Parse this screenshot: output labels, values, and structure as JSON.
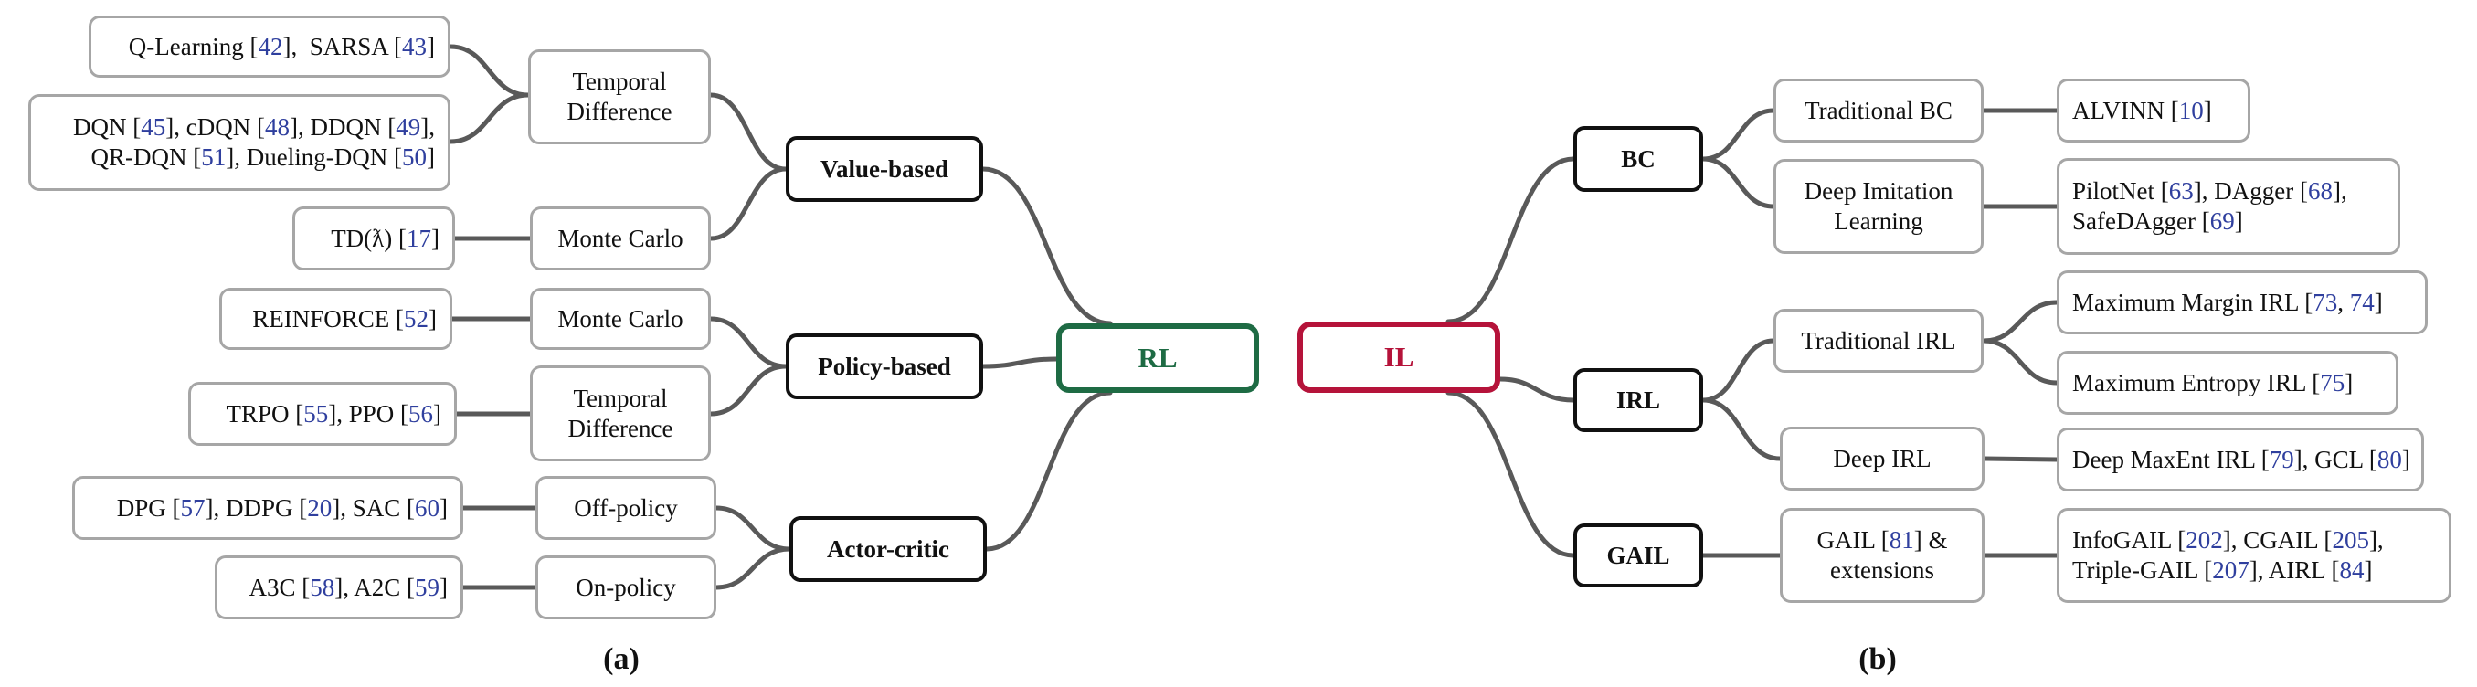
{
  "panel_a": {
    "caption": "(a)",
    "root": {
      "label": "RL",
      "color": "#1e6b44"
    },
    "categories": {
      "value_based": "Value-based",
      "policy_based": "Policy-based",
      "actor_critic": "Actor-critic"
    },
    "methods": {
      "vb_td": [
        "Temporal",
        "Difference"
      ],
      "vb_mc": "Monte Carlo",
      "pb_mc": "Monte Carlo",
      "pb_td": [
        "Temporal",
        "Difference"
      ],
      "ac_off": "Off-policy",
      "ac_on": "On-policy"
    },
    "algorithms": {
      "qlearning": [
        [
          "Q-Learning [",
          "42",
          "],  SARSA [",
          "43",
          "]"
        ]
      ],
      "dqn": [
        [
          "DQN [",
          "45",
          "], cDQN [",
          "48",
          "], DDQN [",
          "49",
          "],"
        ],
        [
          "QR-DQN [",
          "51",
          "], Dueling-DQN [",
          "50",
          "]"
        ]
      ],
      "tdlambda": [
        [
          "TD(ƛ) [",
          "17",
          "]"
        ]
      ],
      "reinforce": [
        [
          "REINFORCE [",
          "52",
          "]"
        ]
      ],
      "trpo": [
        [
          "TRPO [",
          "55",
          "], PPO [",
          "56",
          "]"
        ]
      ],
      "dpg": [
        [
          "DPG [",
          "57",
          "], DDPG [",
          "20",
          "], SAC [",
          "60",
          "]"
        ]
      ],
      "a3c": [
        [
          "A3C [",
          "58",
          "], A2C [",
          "59",
          "]"
        ]
      ]
    }
  },
  "panel_b": {
    "caption": "(b)",
    "root": {
      "label": "IL",
      "color": "#b5133a"
    },
    "categories": {
      "bc": "BC",
      "irl": "IRL",
      "gail": "GAIL"
    },
    "methods": {
      "trad_bc": "Traditional  BC",
      "deep_il": [
        "Deep Imitation",
        "Learning"
      ],
      "trad_irl": "Traditional IRL",
      "deep_irl": "Deep IRL",
      "gail_ext": [
        [
          "GAIL [",
          "81",
          "] &"
        ],
        [
          "extensions"
        ]
      ]
    },
    "algorithms": {
      "alvinn": [
        [
          "ALVINN [",
          "10",
          "]"
        ]
      ],
      "pilotnet": [
        [
          "PilotNet [",
          "63",
          "], DAgger [",
          "68",
          "],"
        ],
        [
          "SafeDAgger [",
          "69",
          "]"
        ]
      ],
      "maxmargin": [
        [
          "Maximum Margin IRL [",
          "73",
          ", ",
          "74",
          "]"
        ]
      ],
      "maxent": [
        [
          "Maximum Entropy IRL [",
          "75",
          "]"
        ]
      ],
      "deepmaxent": [
        [
          "Deep MaxEnt IRL [",
          "79",
          "], GCL [",
          "80",
          "]"
        ]
      ],
      "infogail": [
        [
          "InfoGAIL [",
          "202",
          "], CGAIL [",
          "205",
          "],"
        ],
        [
          "Triple-GAIL [",
          "207",
          "], AIRL [",
          "84",
          "]"
        ]
      ]
    }
  },
  "colors": {
    "edge": "#595959",
    "leaf_border": "#a6a6a6",
    "category_border": "#111111",
    "reference": "#2f3f9e"
  }
}
